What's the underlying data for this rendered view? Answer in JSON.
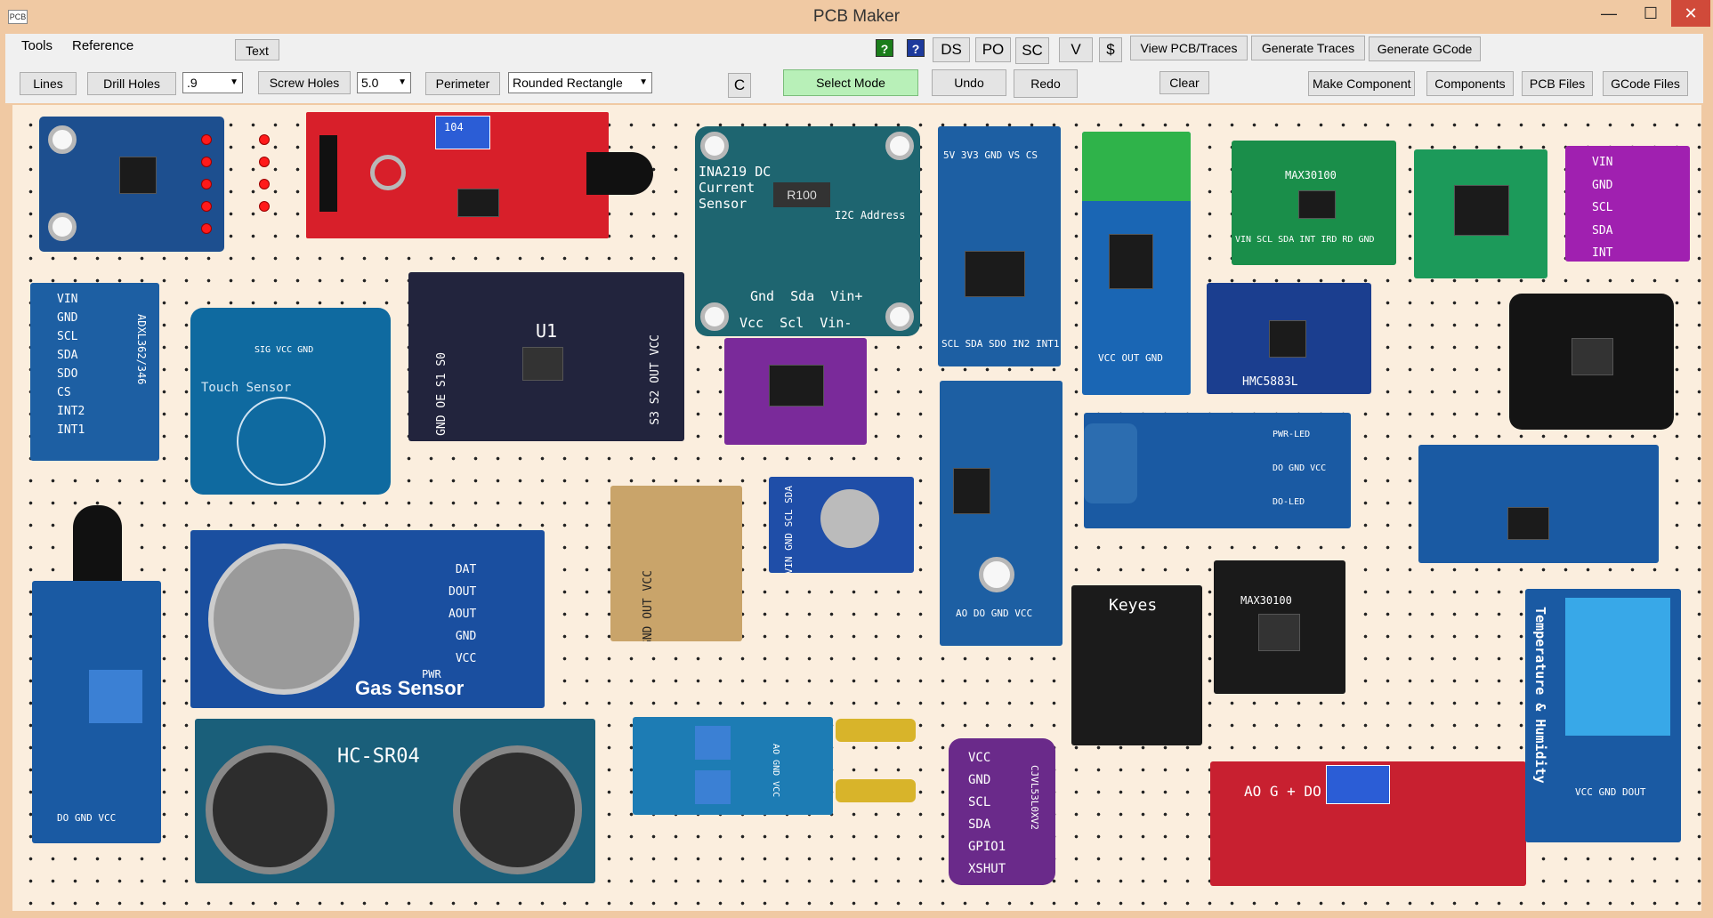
{
  "window": {
    "title": "PCB Maker",
    "app_icon": "PCB",
    "minimize": "—",
    "maximize": "☐",
    "close": "✕"
  },
  "menu": [
    "Tools",
    "Reference"
  ],
  "toolbar_row1": {
    "text_button": "Text",
    "help_green": "?",
    "help_blue": "?",
    "ds": "DS",
    "po": "PO",
    "sc": "SC",
    "v": "V",
    "dollar": "$",
    "view_pcb": "View PCB/Traces",
    "gen_traces": "Generate Traces",
    "gen_gcode": "Generate GCode"
  },
  "toolbar_row2": {
    "lines": "Lines",
    "drill_holes": "Drill Holes",
    "drill_size": ".9",
    "screw_holes": "Screw Holes",
    "screw_size": "5.0",
    "perimeter": "Perimeter",
    "shape": "Rounded Rectangle",
    "c": "C",
    "select_mode": "Select Mode",
    "undo": "Undo",
    "redo": "Redo",
    "clear": "Clear",
    "make_component": "Make Component",
    "components": "Components",
    "pcb_files": "PCB Files",
    "gcode_files": "GCode Files"
  },
  "modules": {
    "ina219": "INA219 DC\nCurrent\nSensor",
    "ina219_pins": "Vcc  Scl  Vin-",
    "ina219_pins_top": "Gnd  Sda  Vin+",
    "ina219_i2c": "I2C Address",
    "touch": "Touch Sensor",
    "touch_pins": "SIG VCC GND",
    "adxl": "VIN\nGND\nSCL\nSDA\nSDO\nCS\nINT2\nINT1",
    "adxl_name": "ADXL362/346",
    "gas": "Gas Sensor",
    "gas_pins": "DAT\nDOUT\nAOUT\nGND\nVCC",
    "gas_pwr": "PWR",
    "ultra": "HC-SR04",
    "max30100": "MAX30100",
    "max_pins": "VIN SCL SDA INT IRD RD GND",
    "hmc": "HMC5883L",
    "bme_pins": "VIN\nGND\nSCL\nSDA\nINT",
    "vl53": "VCC\nGND\nSCL\nSDA\nGPIO1\nXSHUT",
    "vl53_name": "CJVL53L0XV2",
    "dht": "Temperature & Humidity",
    "dht_pins": "VCC GND DOUT",
    "keyes": "Keyes",
    "tcs_pins": "GND OE S1 S0",
    "tcs_pins_r": "S3 S2 OUT VCC",
    "tcs_chip": "U1",
    "mlx_pins": "VIN GND SCL SDA",
    "gy_pins": "5V 3V3 GND VS CS",
    "gy_bottom": "SCL SDA SDO IN2 INT1",
    "term_pins": "VCC OUT GND",
    "ir_pins": "AO G + DO",
    "ir_res": "104",
    "sound_pins": "AO DO GND VCC",
    "relay_labels": "PWR-LED\nDO GND VCC\nDO-LED",
    "tilt_label": "AO GND VCC",
    "flame_pins": "DO GND VCC",
    "mq_label": "GND OUT VCC"
  }
}
